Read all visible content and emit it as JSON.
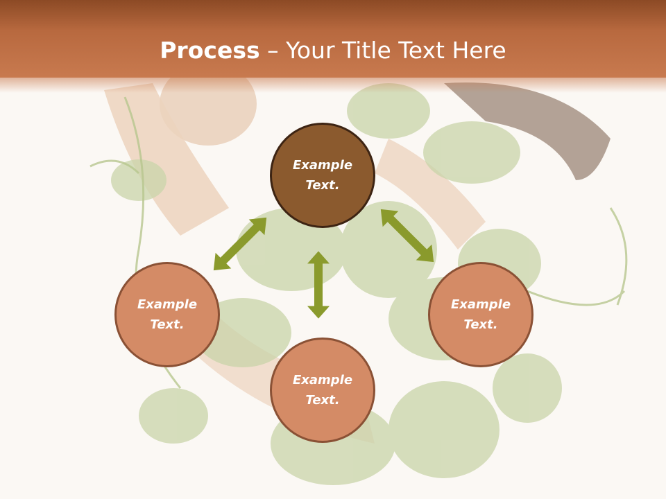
{
  "slide": {
    "title_bold": "Process",
    "title_rest": " – Your Title Text Here"
  },
  "diagram": {
    "center": {
      "line1": "Example",
      "line2": "Text."
    },
    "left": {
      "line1": "Example",
      "line2": "Text."
    },
    "bottom": {
      "line1": "Example",
      "line2": "Text."
    },
    "right": {
      "line1": "Example",
      "line2": "Text."
    }
  },
  "colors": {
    "header": "#b8693f",
    "center_fill": "#8b5a2e",
    "outer_fill": "#d48b66",
    "arrow": "#8a9a2c"
  }
}
